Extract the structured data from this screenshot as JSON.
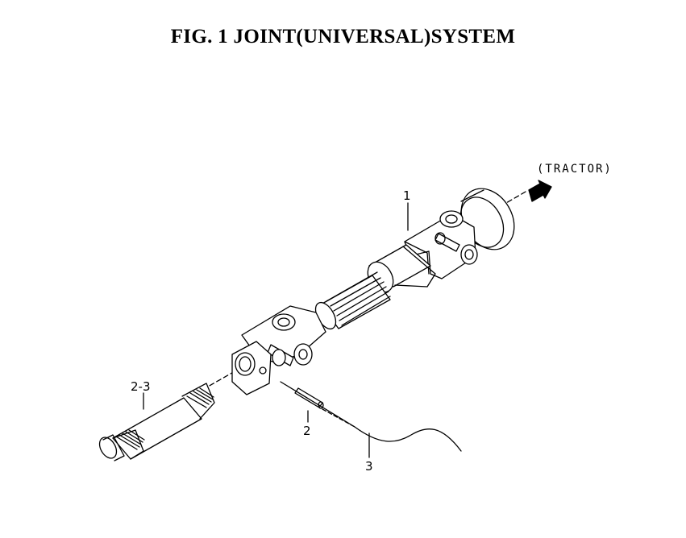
{
  "title": "FIG. 1 JOINT(UNIVERSAL)SYSTEM",
  "direction_label": "(TRACTOR)",
  "callouts": {
    "part_1": "1",
    "part_2": "2",
    "part_2_3": "2-3",
    "part_3": "3"
  }
}
